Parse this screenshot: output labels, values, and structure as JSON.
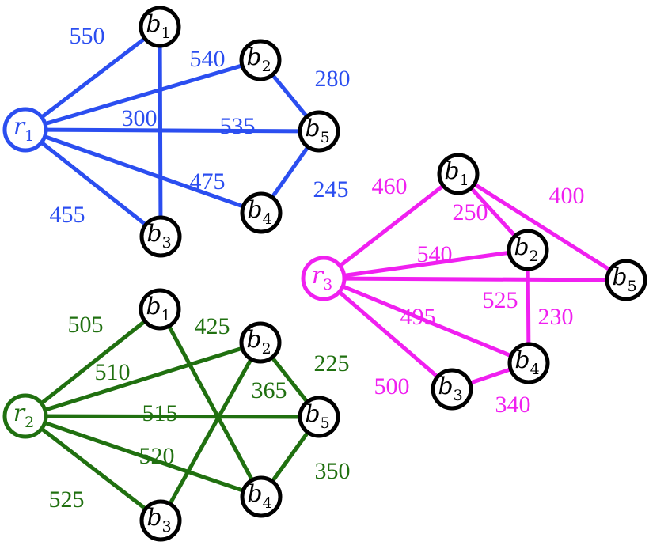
{
  "graphs": [
    {
      "id": "graph-r1",
      "color": "#2b4ef0",
      "root": {
        "main": "r",
        "sub": "1"
      },
      "nodes": [
        {
          "id": "b1",
          "main": "b",
          "sub": "1"
        },
        {
          "id": "b2",
          "main": "b",
          "sub": "2"
        },
        {
          "id": "b3",
          "main": "b",
          "sub": "3"
        },
        {
          "id": "b4",
          "main": "b",
          "sub": "4"
        },
        {
          "id": "b5",
          "main": "b",
          "sub": "5"
        }
      ],
      "edges": [
        {
          "from": "r",
          "to": "b1",
          "weight": "550"
        },
        {
          "from": "r",
          "to": "b2",
          "weight": "540"
        },
        {
          "from": "r",
          "to": "b5",
          "weight": "535"
        },
        {
          "from": "r",
          "to": "b4",
          "weight": "475"
        },
        {
          "from": "r",
          "to": "b3",
          "weight": "455"
        },
        {
          "from": "b1",
          "to": "b3",
          "weight": "300"
        },
        {
          "from": "b2",
          "to": "b5",
          "weight": "280"
        },
        {
          "from": "b5",
          "to": "b4",
          "weight": "245"
        }
      ]
    },
    {
      "id": "graph-r2",
      "color": "#207010",
      "root": {
        "main": "r",
        "sub": "2"
      },
      "nodes": [
        {
          "id": "b1",
          "main": "b",
          "sub": "1"
        },
        {
          "id": "b2",
          "main": "b",
          "sub": "2"
        },
        {
          "id": "b3",
          "main": "b",
          "sub": "3"
        },
        {
          "id": "b4",
          "main": "b",
          "sub": "4"
        },
        {
          "id": "b5",
          "main": "b",
          "sub": "5"
        }
      ],
      "edges": [
        {
          "from": "r",
          "to": "b1",
          "weight": "505"
        },
        {
          "from": "r",
          "to": "b2",
          "weight": "510"
        },
        {
          "from": "r",
          "to": "b5",
          "weight": "515"
        },
        {
          "from": "r",
          "to": "b4",
          "weight": "520"
        },
        {
          "from": "r",
          "to": "b3",
          "weight": "525"
        },
        {
          "from": "b1",
          "to": "b4",
          "weight": "425"
        },
        {
          "from": "b2",
          "to": "b3",
          "weight": "365"
        },
        {
          "from": "b2",
          "to": "b5",
          "weight": "225"
        },
        {
          "from": "b5",
          "to": "b4",
          "weight": "350"
        }
      ]
    },
    {
      "id": "graph-r3",
      "color": "#f020f0",
      "root": {
        "main": "r",
        "sub": "3"
      },
      "nodes": [
        {
          "id": "b1",
          "main": "b",
          "sub": "1"
        },
        {
          "id": "b2",
          "main": "b",
          "sub": "2"
        },
        {
          "id": "b3",
          "main": "b",
          "sub": "3"
        },
        {
          "id": "b4",
          "main": "b",
          "sub": "4"
        },
        {
          "id": "b5",
          "main": "b",
          "sub": "5"
        }
      ],
      "edges": [
        {
          "from": "r",
          "to": "b1",
          "weight": "460"
        },
        {
          "from": "r",
          "to": "b2",
          "weight": "540"
        },
        {
          "from": "r",
          "to": "b5",
          "weight": "525"
        },
        {
          "from": "r",
          "to": "b4",
          "weight": "495"
        },
        {
          "from": "r",
          "to": "b3",
          "weight": "500"
        },
        {
          "from": "b1",
          "to": "b2",
          "weight": "250"
        },
        {
          "from": "b1",
          "to": "b5",
          "weight": "400"
        },
        {
          "from": "b2",
          "to": "b4",
          "weight": "230"
        },
        {
          "from": "b3",
          "to": "b4",
          "weight": "340"
        }
      ]
    }
  ],
  "node_stroke": "#000000"
}
